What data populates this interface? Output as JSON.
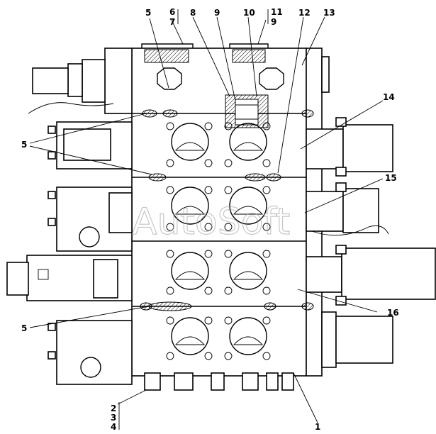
{
  "watermark": "AutoSoft",
  "callouts": {
    "c1": "1",
    "c2_4": [
      "2",
      "3",
      "4"
    ],
    "c5_a": "5",
    "c5_b": "5",
    "c5_c": "5",
    "c6_7": [
      "6",
      "7"
    ],
    "c8": "8",
    "c9": "9",
    "c10": "10",
    "c11_9": [
      "11",
      "9"
    ],
    "c12": "12",
    "c13": "13",
    "c14": "14",
    "c15": "15",
    "c16": "16"
  }
}
